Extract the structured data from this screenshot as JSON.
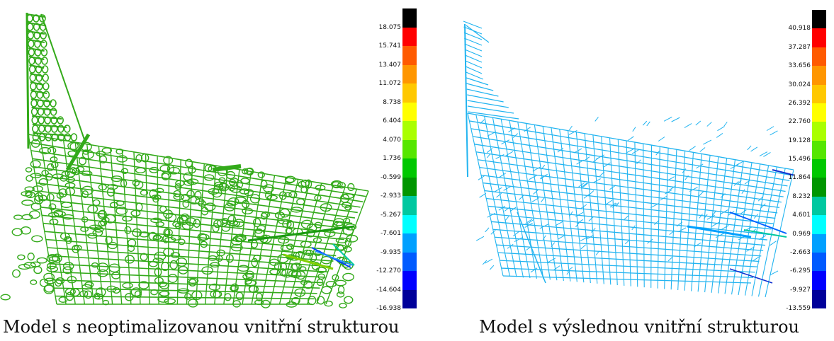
{
  "left_panel": {
    "caption": "Model s neoptimalizovanou vnitřní strukturou",
    "mesh_color": "#33aa1a",
    "legend": {
      "labels": [
        "18.075",
        "15.741",
        "13.407",
        "11.072",
        "8.738",
        "6.404",
        "4.070",
        "1.736",
        "-0.599",
        "-2.933",
        "-5.267",
        "-7.601",
        "-9.935",
        "-12.270",
        "-14.604",
        "-16.938"
      ],
      "colors": [
        "#000000",
        "#ff0000",
        "#ff5a00",
        "#ff9600",
        "#ffc800",
        "#ffff00",
        "#aaff00",
        "#55e600",
        "#00c800",
        "#009600",
        "#00c8a0",
        "#00ffff",
        "#00a0ff",
        "#005aff",
        "#0000ff",
        "#00009a"
      ]
    }
  },
  "right_panel": {
    "caption": "Model s výslednou vnitřní strukturou",
    "mesh_color": "#22b4f0",
    "legend": {
      "labels": [
        "40.918",
        "37.287",
        "33.656",
        "30.024",
        "26.392",
        "22.760",
        "19.128",
        "15.496",
        "11.864",
        "8.232",
        "4.601",
        "0.969",
        "-2.663",
        "-6.295",
        "-9.927",
        "-13.559"
      ],
      "colors": [
        "#000000",
        "#ff0000",
        "#ff5a00",
        "#ff9600",
        "#ffc800",
        "#ffff00",
        "#aaff00",
        "#55e600",
        "#00c800",
        "#009600",
        "#00c8a0",
        "#00ffff",
        "#00a0ff",
        "#005aff",
        "#0000ff",
        "#00009a"
      ]
    }
  }
}
